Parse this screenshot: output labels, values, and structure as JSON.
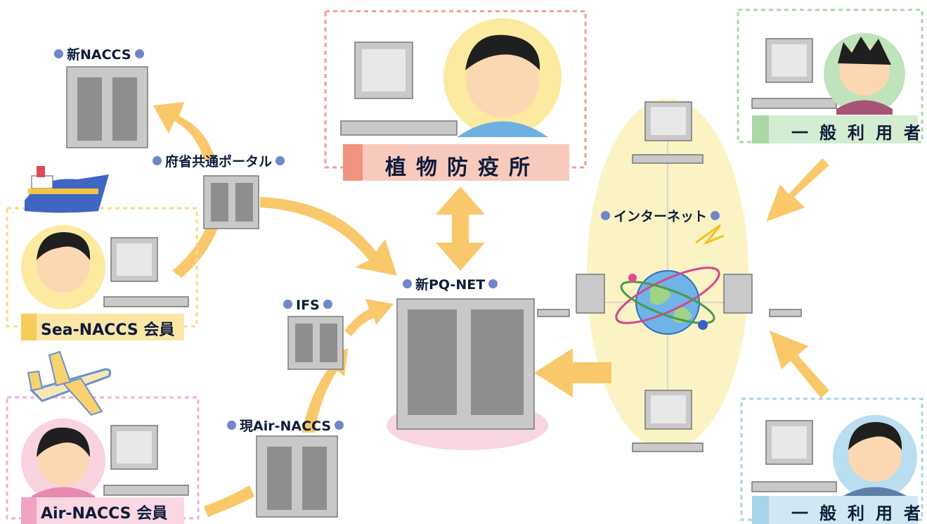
{
  "nodes": {
    "new_naccs": "新NACCS",
    "portal": "府省共通ポータル",
    "ifs": "IFS",
    "current_air_naccs": "現Air-NACCS",
    "new_pqnet": "新PQ-NET",
    "internet": "インターネット"
  },
  "groups": {
    "plant_quarantine": "植物防疫所",
    "sea_naccs_member": "Sea-NACCS 会員",
    "air_naccs_member": "Air-NACCS 会員",
    "general_user_top": "一般利用者",
    "general_user_bottom": "一般利用者"
  },
  "colors": {
    "arrow": "#f9c86a",
    "plant_box": "#f2a08c",
    "sea_box": "#f7dc86",
    "air_box": "#f2b2cc",
    "general_top_box": "#a9d9a6",
    "general_bottom_box": "#a6d5ea",
    "label_dot": "#6f86c8",
    "internet_glow": "#fbf3c4"
  }
}
